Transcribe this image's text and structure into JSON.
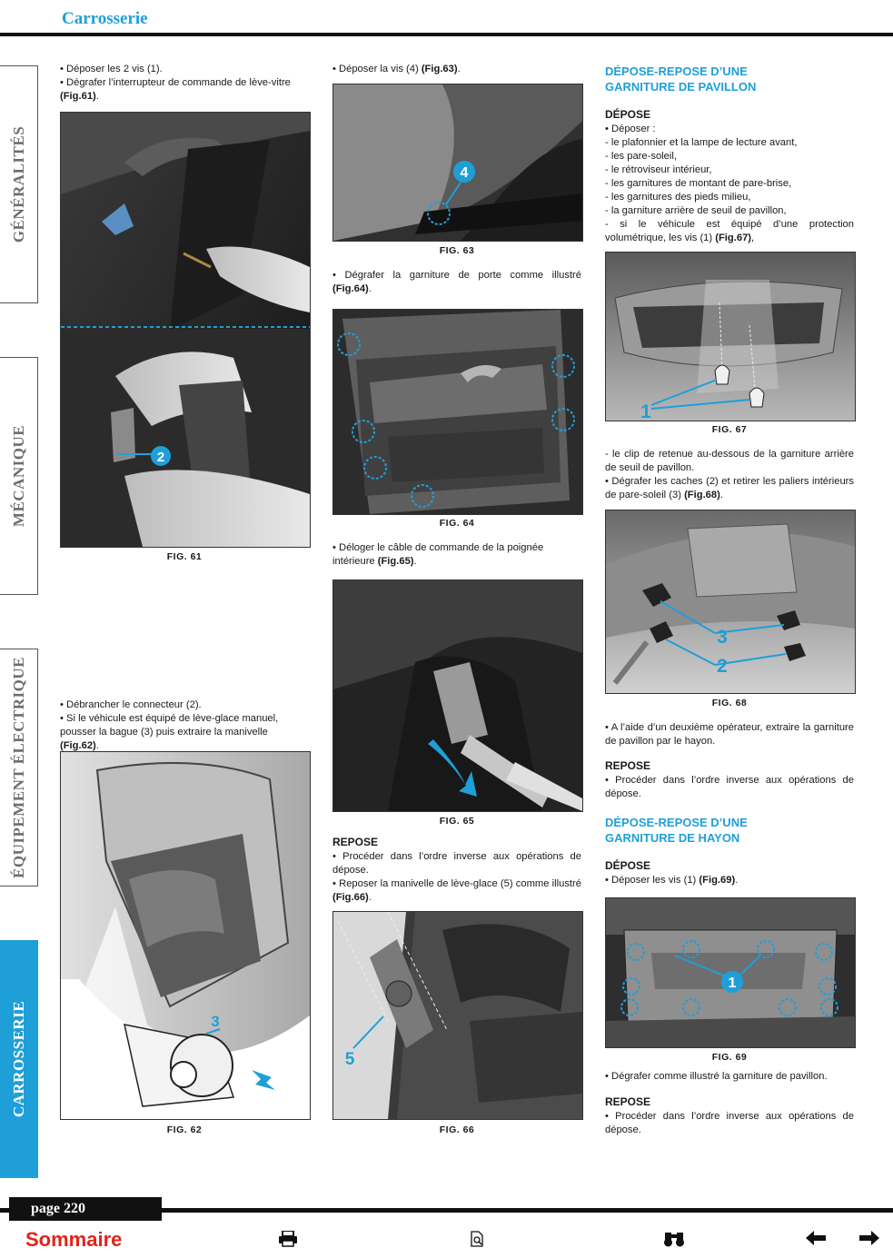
{
  "header": {
    "title": "Carrosserie"
  },
  "tabs": [
    {
      "label": "GÉNÉRALITÉS",
      "active": false
    },
    {
      "label": "MÉCANIQUE",
      "active": false
    },
    {
      "label": "ÉQUIPEMENT ÉLECTRIQUE",
      "active": false
    },
    {
      "label": "CARROSSERIE",
      "active": true
    }
  ],
  "col1": {
    "text1_line1": "• Déposer les 2 vis (1).",
    "text1_line2a": "• Dégrafer l’interrupteur de commande de lève-vitre ",
    "text1_line2b": "(Fig.61)",
    "fig61_caption": "FIG. 61",
    "fig61_callout": "2",
    "text2_line1": "• Débrancher le connecteur (2).",
    "text2_line2a": "• Si le véhicule est équipé de lève-glace manuel, pousser la bague (3) puis extraire la manivelle ",
    "text2_line2b": "(Fig.62)",
    "fig62_caption": "FIG. 62",
    "fig62_callout": "3"
  },
  "col2": {
    "text1a": "• Déposer la vis (4) ",
    "text1b": "(Fig.63)",
    "fig63_caption": "FIG. 63",
    "fig63_callout": "4",
    "text2a": "• Dégrafer la garniture de porte comme illustré ",
    "text2b": "(Fig.64)",
    "fig64_caption": "FIG. 64",
    "text3a": "• Déloger le câble de commande de la poignée intérieure ",
    "text3b": "(Fig.65)",
    "fig65_caption": "FIG. 65",
    "repose_title": "REPOSE",
    "repose_line1": "• Procéder dans l’ordre inverse aux opérations de dépose.",
    "repose_line2a": "• Reposer la manivelle de lève-glace (5) comme illustré ",
    "repose_line2b": "(Fig.66)",
    "fig66_caption": "FIG. 66",
    "fig66_callout": "5"
  },
  "col3": {
    "sec1_title_line1": "DÉPOSE-REPOSE D’UNE",
    "sec1_title_line2": "GARNITURE DE PAVILLON",
    "depose_title": "DÉPOSE",
    "depose_lines": [
      "• Déposer :",
      "- le plafonnier et la lampe de lecture avant,",
      "- les pare-soleil,",
      "- le rétroviseur intérieur,",
      "- les garnitures de montant de pare-brise,",
      "- les garnitures des pieds milieu,",
      "- la garniture arrière de seuil de pavillon,"
    ],
    "depose_last_a": "- si le véhicule est équipé d’une protection volumétrique, les vis (1) ",
    "depose_last_b": "(Fig.67)",
    "fig67_caption": "FIG. 67",
    "fig67_callout": "1",
    "text2_line1": "- le clip de retenue au-dessous de la garniture arrière de seuil de pavillon.",
    "text2_line2a": "• Dégrafer les caches (2) et retirer les paliers intérieurs de pare-soleil (3) ",
    "text2_line2b": "(Fig.68)",
    "fig68_caption": "FIG. 68",
    "fig68_callout_3": "3",
    "fig68_callout_2": "2",
    "text3": "• A l’aide d’un deuxième opérateur, extraire la garniture de pavillon par le hayon.",
    "repose1_title": "REPOSE",
    "repose1_text": "• Procéder dans l’ordre inverse aux opérations de dépose.",
    "sec2_title_line1": "DÉPOSE-REPOSE D’UNE",
    "sec2_title_line2": "GARNITURE DE HAYON",
    "depose2_title": "DÉPOSE",
    "depose2_text_a": "• Déposer les vis (1) ",
    "depose2_text_b": "(Fig.69)",
    "fig69_caption": "FIG. 69",
    "fig69_callout": "1",
    "text4": "• Dégrafer comme illustré la garniture de pavillon.",
    "repose2_title": "REPOSE",
    "repose2_text": "• Procéder dans l’ordre inverse aux opérations de dépose."
  },
  "footer": {
    "page": "page 220",
    "sommaire": "Sommaire",
    "icons": [
      "printer-icon",
      "search-document-icon",
      "binoculars-icon",
      "arrow-left-icon",
      "arrow-right-icon"
    ]
  },
  "colors": {
    "accent": "#1f9fd8",
    "sommaire": "#e2231a",
    "rule": "#111111"
  }
}
